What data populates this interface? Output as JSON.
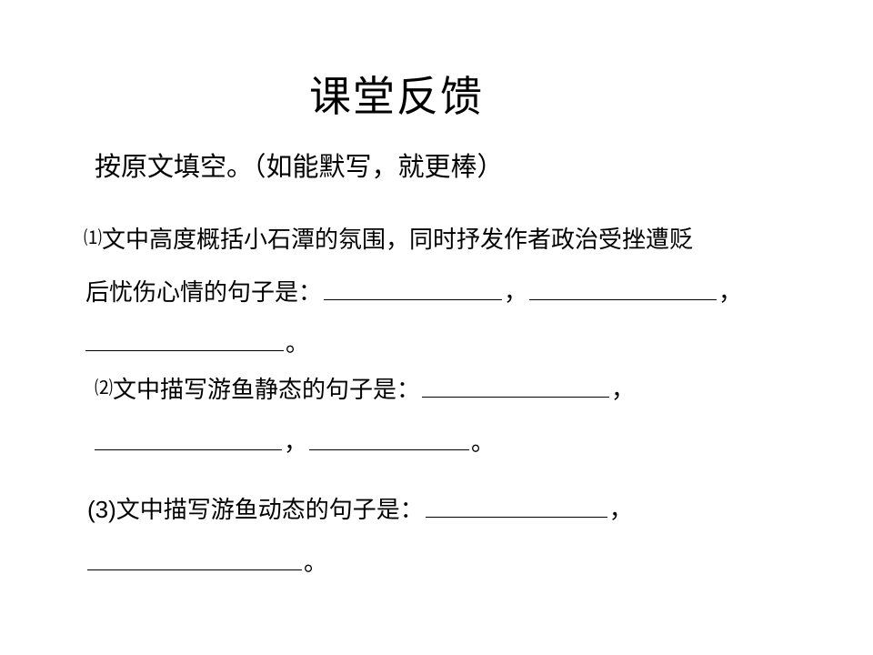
{
  "title": "课堂反馈",
  "instruction": "按原文填空。（如能默写，就更棒）",
  "q1": {
    "number": "⑴",
    "text_line1": "文中高度概括小石潭的氛围，同时抒发作者政治受挫遭贬",
    "text_line2": "后忧伤心情的句子是：",
    "sep1": "，",
    "sep2": "，",
    "end": "。"
  },
  "q2": {
    "number": "⑵",
    "text": "文中描写游鱼静态的句子是：",
    "sep1": "，",
    "sep2": "，",
    "end": "。"
  },
  "q3": {
    "number": "(3)",
    "text": "文中描写游鱼动态的句子是：",
    "sep1": "，",
    "end": "。"
  }
}
